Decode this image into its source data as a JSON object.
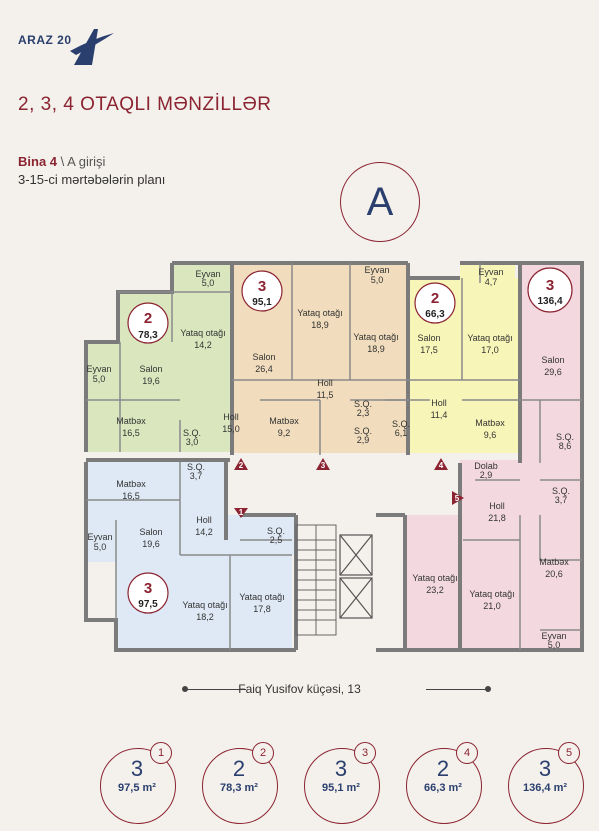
{
  "header": {
    "logo_text": "ARAZ 20",
    "title": "2, 3, 4 OTAQLI MƏNZİLLƏR",
    "building": "Bina 4",
    "entry": "\\ A girişi",
    "floors": "3-15-ci mərtəbələrin planı",
    "section_letter": "A"
  },
  "colors": {
    "apt1": "#dfe9f5",
    "apt2": "#d9e6be",
    "apt3": "#f1ddbd",
    "apt4": "#f8f5b8",
    "apt5": "#f3d9df",
    "accent": "#8b2331",
    "navy": "#2a3f6e",
    "wall": "#7b7b7b"
  },
  "apartments": [
    {
      "rooms": "3",
      "area": "97,5",
      "spaces": [
        {
          "name": "Matbəx",
          "size": "16,5"
        },
        {
          "name": "S.Q.",
          "size": "3,7"
        },
        {
          "name": "Eyvan",
          "size": "5,0"
        },
        {
          "name": "Salon",
          "size": "19,6"
        },
        {
          "name": "Holl",
          "size": "14,2"
        },
        {
          "name": "S.Q.",
          "size": "2,5"
        },
        {
          "name": "Yataq otağı",
          "size": "18,2"
        },
        {
          "name": "Yataq otağı",
          "size": "17,8"
        }
      ]
    },
    {
      "rooms": "2",
      "area": "78,3",
      "spaces": [
        {
          "name": "Eyvan",
          "size": "5,0"
        },
        {
          "name": "Yataq otağı",
          "size": "14,2"
        },
        {
          "name": "Eyvan",
          "size": "5,0"
        },
        {
          "name": "Salon",
          "size": "19,6"
        },
        {
          "name": "Matbəx",
          "size": "16,5"
        },
        {
          "name": "S.Q.",
          "size": "3,0"
        },
        {
          "name": "Holl",
          "size": "15,0"
        }
      ]
    },
    {
      "rooms": "3",
      "area": "95,1",
      "spaces": [
        {
          "name": "Salon",
          "size": "26,4"
        },
        {
          "name": "Yataq otağı",
          "size": "18,9"
        },
        {
          "name": "Eyvan",
          "size": "5,0"
        },
        {
          "name": "Yataq otağı",
          "size": "18,9"
        },
        {
          "name": "Holl",
          "size": "11,5"
        },
        {
          "name": "Matbəx",
          "size": "9,2"
        },
        {
          "name": "S.Q.",
          "size": "2,3"
        },
        {
          "name": "S.Q.",
          "size": "2,9"
        }
      ]
    },
    {
      "rooms": "2",
      "area": "66,3",
      "spaces": [
        {
          "name": "Salon",
          "size": "17,5"
        },
        {
          "name": "Eyvan",
          "size": "4,7"
        },
        {
          "name": "Yataq otağı",
          "size": "17,0"
        },
        {
          "name": "Holl",
          "size": "11,4"
        },
        {
          "name": "S.Q.",
          "size": "6,1"
        },
        {
          "name": "Matbəx",
          "size": "9,6"
        }
      ]
    },
    {
      "rooms": "3",
      "area": "136,4",
      "spaces": [
        {
          "name": "Salon",
          "size": "29,6"
        },
        {
          "name": "S.Q.",
          "size": "8,6"
        },
        {
          "name": "Dolab",
          "size": "2,9"
        },
        {
          "name": "S.Q.",
          "size": "3,7"
        },
        {
          "name": "Holl",
          "size": "21,8"
        },
        {
          "name": "Yataq otağı",
          "size": "23,2"
        },
        {
          "name": "Yataq otağı",
          "size": "21,0"
        },
        {
          "name": "Matbəx",
          "size": "20,6"
        },
        {
          "name": "Eyvan",
          "size": "5,0"
        }
      ]
    }
  ],
  "door_markers": [
    "1",
    "2",
    "3",
    "4",
    "5"
  ],
  "street": "Faiq Yusifov küçəsi, 13",
  "summary": [
    {
      "num": "1",
      "rooms": "3",
      "area": "97,5 m²"
    },
    {
      "num": "2",
      "rooms": "2",
      "area": "78,3 m²"
    },
    {
      "num": "3",
      "rooms": "3",
      "area": "95,1 m²"
    },
    {
      "num": "4",
      "rooms": "2",
      "area": "66,3 m²"
    },
    {
      "num": "5",
      "rooms": "3",
      "area": "136,4 m²"
    }
  ]
}
